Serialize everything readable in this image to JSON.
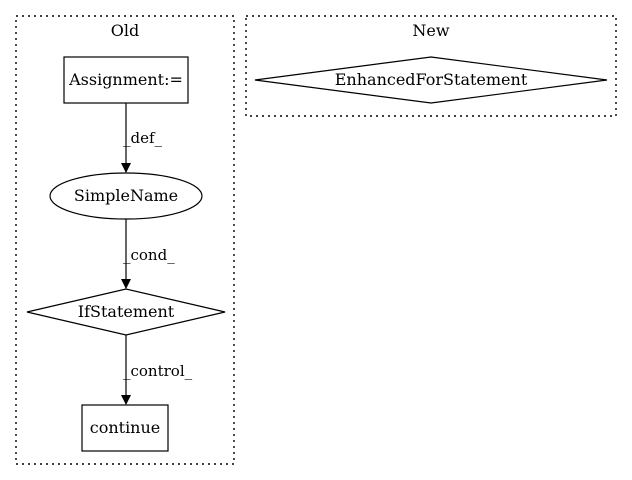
{
  "clusters": {
    "old": {
      "label": "Old"
    },
    "new": {
      "label": "New"
    }
  },
  "nodes": {
    "assignment": {
      "label": "Assignment:=",
      "shape": "box"
    },
    "simplename": {
      "label": "SimpleName",
      "shape": "ellipse"
    },
    "ifstatement": {
      "label": "IfStatement",
      "shape": "diamond"
    },
    "continue": {
      "label": "continue",
      "shape": "box"
    },
    "enhancedfor": {
      "label": "EnhancedForStatement",
      "shape": "diamond"
    }
  },
  "edges": {
    "def": {
      "label": "_def_",
      "from": "Assignment:=",
      "to": "SimpleName"
    },
    "cond": {
      "label": "_cond_",
      "from": "SimpleName",
      "to": "IfStatement"
    },
    "control": {
      "label": "_control_",
      "from": "IfStatement",
      "to": "continue"
    }
  },
  "colors": {
    "stroke": "#000000",
    "background": "#ffffff"
  }
}
